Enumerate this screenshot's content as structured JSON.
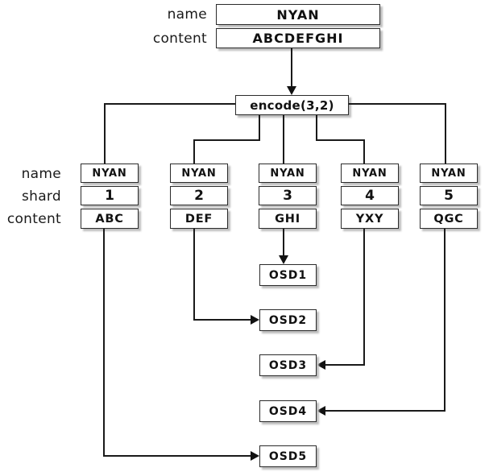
{
  "object": {
    "name_label": "name",
    "name_value": "NYAN",
    "content_label": "content",
    "content_value": "ABCDEFGHI"
  },
  "encode_label": "encode(3,2)",
  "row_labels": {
    "name": "name",
    "shard": "shard",
    "content": "content"
  },
  "shards": [
    {
      "name": "NYAN",
      "shard": "1",
      "content": "ABC"
    },
    {
      "name": "NYAN",
      "shard": "2",
      "content": "DEF"
    },
    {
      "name": "NYAN",
      "shard": "3",
      "content": "GHI"
    },
    {
      "name": "NYAN",
      "shard": "4",
      "content": "YXY"
    },
    {
      "name": "NYAN",
      "shard": "5",
      "content": "QGC"
    }
  ],
  "osds": [
    "OSD1",
    "OSD2",
    "OSD3",
    "OSD4",
    "OSD5"
  ],
  "colors": {
    "background": "#ffffff",
    "box_border": "#2b2b2b",
    "box_fill": "#ffffff",
    "edge": "#1a1a1a",
    "arrowhead": "#111111",
    "shadow": "#bdbdbd",
    "text": "#111111"
  }
}
